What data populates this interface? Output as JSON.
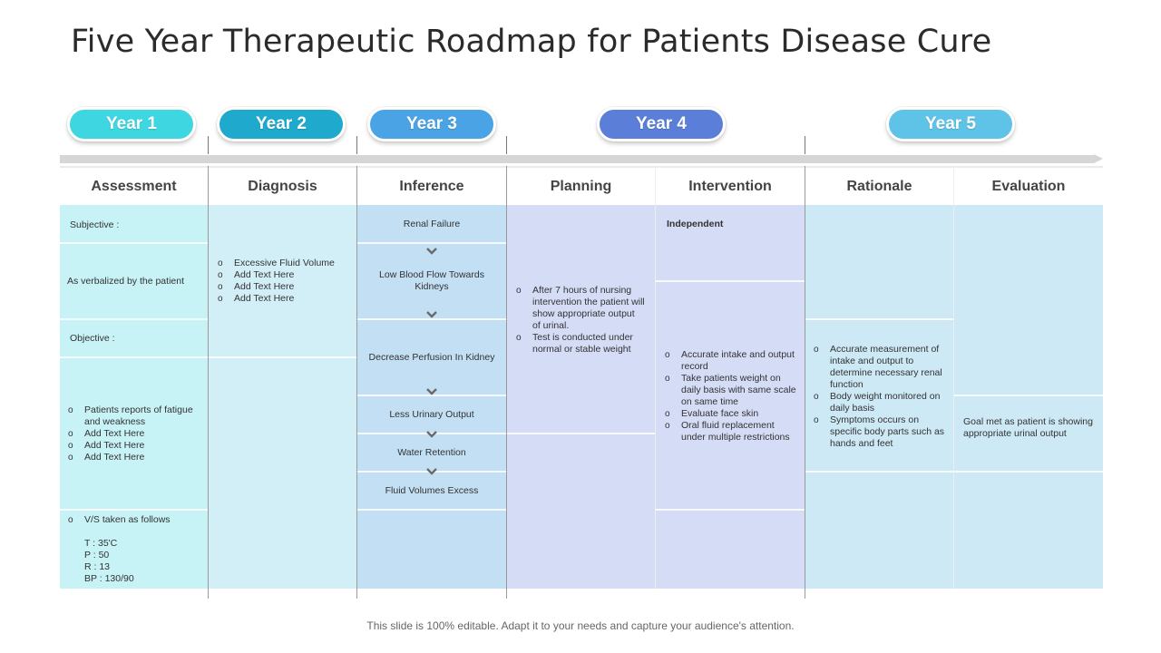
{
  "title": "Five Year Therapeutic Roadmap for Patients Disease Cure",
  "years": [
    "Year 1",
    "Year 2",
    "Year 3",
    "Year 4",
    "Year 5"
  ],
  "columns": [
    "Assessment",
    "Diagnosis",
    "Inference",
    "Planning",
    "Intervention",
    "Rationale",
    "Evaluation"
  ],
  "assessment": {
    "subjective_label": "Subjective :",
    "verbalized": "As verbalized by the patient",
    "objective_label": "Objective :",
    "objective_items": [
      "Patients reports of fatigue and weakness",
      "Add Text Here",
      "Add Text Here",
      "Add Text Here"
    ],
    "vs_item": "V/S taken as follows",
    "vitals": [
      "T : 35'C",
      "P : 50",
      "R : 13",
      "BP : 130/90"
    ]
  },
  "diagnosis": {
    "items": [
      "Excessive Fluid Volume",
      "Add Text Here",
      "Add Text Here",
      "Add Text Here"
    ]
  },
  "inference": {
    "steps": [
      "Renal Failure",
      "Low Blood Flow Towards Kidneys",
      "Decrease Perfusion In Kidney",
      "Less Urinary Output",
      "Water Retention",
      "Fluid Volumes Excess"
    ]
  },
  "planning": {
    "items": [
      "After 7 hours of nursing intervention the patient will show appropriate output of urinal.",
      "Test is conducted under normal or stable weight"
    ]
  },
  "intervention": {
    "label": "Independent",
    "items": [
      "Accurate intake and output record",
      "Take patients weight on daily basis with same scale on same time",
      "Evaluate face skin",
      "Oral fluid replacement under multiple restrictions"
    ]
  },
  "rationale": {
    "items": [
      "Accurate measurement of intake and output to determine necessary renal function",
      "Body weight monitored on daily basis",
      "Symptoms occurs on specific body parts such as hands and feet"
    ]
  },
  "evaluation": {
    "text": "Goal met as patient is showing appropriate urinal output"
  },
  "footer": "This slide is 100% editable. Adapt it to your needs and capture your audience's attention.",
  "colors": {
    "year1": "#3ed6e0",
    "year2": "#1fa9cc",
    "year3": "#4aa3e4",
    "year4": "#5b7fd8",
    "year5": "#5ec3e6",
    "assessment_bg": "#c7f2f6",
    "diagnosis_bg": "#d2eff8",
    "inference_bg": "#c2dff4",
    "planning_bg": "#d4dcf6",
    "intervention_bg": "#d4dcf6",
    "rationale_bg": "#cce9f5",
    "evaluation_bg": "#cce9f5"
  }
}
